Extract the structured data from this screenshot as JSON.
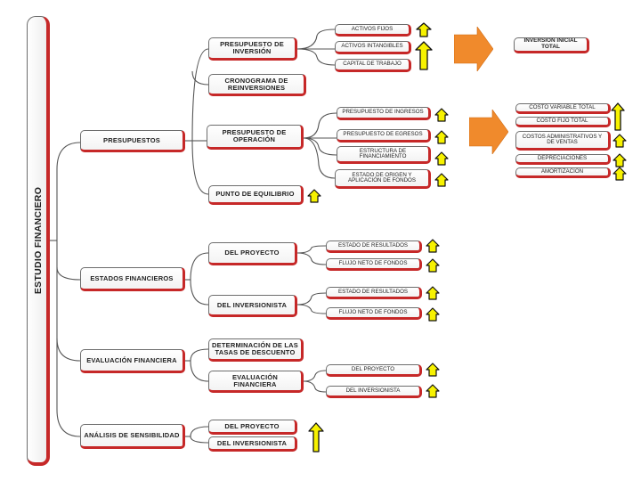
{
  "root": {
    "label": "ESTUDIO FINANCIERO"
  },
  "level1": {
    "presupuestos": "PRESUPUESTOS",
    "estados": "ESTADOS FINANCIEROS",
    "evaluacion": "EVALUACIÓN FINANCIERA",
    "sensibilidad": "ANÁLISIS DE SENSIBILIDAD"
  },
  "level2": {
    "presupuesto_inversion": "PRESUPUESTO DE INVERSIÓN",
    "cronograma": "CRONOGRAMA DE REINVERSIONES",
    "presupuesto_operacion": "PRESUPUESTO DE OPERACIÓN",
    "punto_equilibrio": "PUNTO DE EQUILIBRIO",
    "del_proyecto": "DEL PROYECTO",
    "del_inversionista": "DEL INVERSIONISTA",
    "tasas_descuento": "DETERMINACIÓN DE LAS TASAS DE DESCUENTO",
    "evaluacion_financiera": "EVALUACIÓN FINANCIERA",
    "sens_proyecto": "DEL PROYECTO",
    "sens_inversionista": "DEL INVERSIONISTA"
  },
  "level3": {
    "activos_fijos": "ACTIVOS FIJOS",
    "activos_intangibles": "ACTIVOS INTANGIBLES",
    "capital_trabajo": "CAPITAL DE TRABAJO",
    "presupuesto_ingresos": "PRESUPUESTO DE INGRESOS",
    "presupuesto_egresos": "PRESUPUESTO DE EGRESOS",
    "estructura_financiamiento": "ESTRUCTURA DE FINANCIAMIENTO",
    "estado_origen": "ESTADO DE ORIGEN Y APLICACIÓN DE FONDOS",
    "proy_estado_resultados": "ESTADO DE RESULTADOS",
    "proy_flujo_neto": "FLUJO NETO DE FONDOS",
    "inv_estado_resultados": "ESTADO DE RESULTADOS",
    "inv_flujo_neto": "FLUJO NETO DE FONDOS",
    "eval_proyecto": "DEL PROYECTO",
    "eval_inversionista": "DEL INVERSIONISTA"
  },
  "right": {
    "inversion_inicial": "INVERSIÓN INICIAL TOTAL",
    "costo_variable": "COSTO VARIABLE TOTAL",
    "costo_fijo": "COSTO FIJO TOTAL",
    "costos_admin": "COSTOS ADMINISTRATIVOS Y DE VENTAS",
    "depreciaciones": "DEPRECIACIONES",
    "amortizacion": "AMORTIZACIÓN"
  },
  "icons": {
    "up_arrow": "up-arrow-icon",
    "house": "house-icon",
    "right_arrow": "right-arrow-icon"
  },
  "colors": {
    "box_shadow": "#c62828",
    "box_border": "#6d6d6d",
    "connector": "#555555",
    "arrow_fill": "#f7f200",
    "arrow_stroke": "#111111",
    "big_arrow": "#f08a2c"
  }
}
